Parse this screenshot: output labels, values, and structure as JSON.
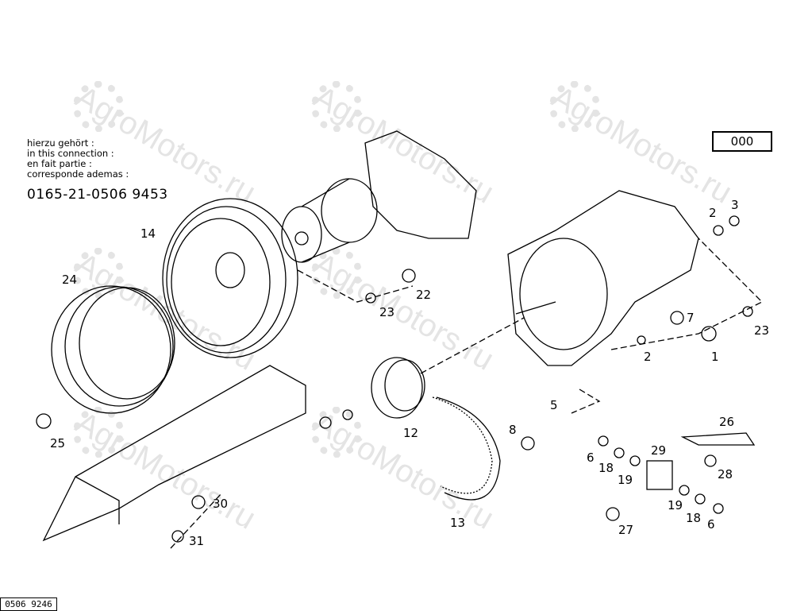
{
  "watermark": "AgroMotors.ru",
  "header": {
    "lines": [
      "hierzu gehört :",
      "in this connection :",
      "en fait partie :",
      "corresponde ademas :"
    ],
    "reference_number": "0165-21-0506 9453"
  },
  "group_box": "000",
  "footer_id": "0506 9246",
  "callouts": [
    "14",
    "24",
    "25",
    "23",
    "22",
    "2",
    "3",
    "7",
    "23",
    "2",
    "1",
    "5",
    "8",
    "12",
    "26",
    "29",
    "6",
    "18",
    "19",
    "28",
    "19",
    "18",
    "6",
    "27",
    "13",
    "30",
    "31"
  ]
}
